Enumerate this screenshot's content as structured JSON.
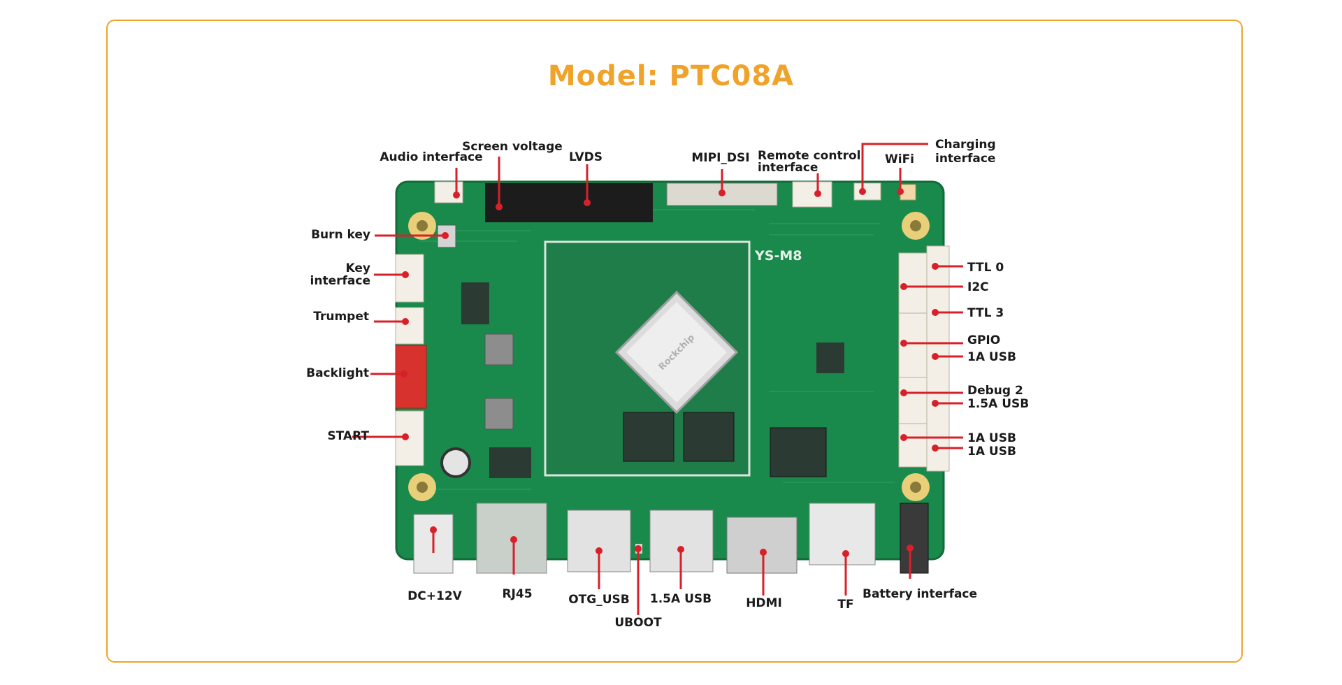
{
  "title": "Model:  PTC08A",
  "colors": {
    "accent": "#f0a32a",
    "leader": "#d8202a",
    "board": "#1a8a4c",
    "text": "#1a1a1a"
  },
  "board": {
    "silkscreen": "YS-M8",
    "chip_text": "Rockchip"
  },
  "labels": {
    "audio": "Audio interface",
    "screen_voltage": "Screen voltage",
    "lvds": "LVDS",
    "mipi": "MIPI_DSI",
    "remote": [
      "Remote control",
      "interface"
    ],
    "wifi": "WiFi",
    "charging": [
      "Charging",
      "interface"
    ],
    "burn_key": "Burn key",
    "key_interface": [
      "Key",
      "interface"
    ],
    "trumpet": "Trumpet",
    "backlight": "Backlight",
    "start": "START",
    "ttl0": "TTL 0",
    "i2c": "I2C",
    "ttl3": "TTL 3",
    "gpio": "GPIO",
    "usb1a_1": "1A USB",
    "debug2": "Debug 2",
    "usb15a_r": "1.5A USB",
    "usb1a_2": "1A USB",
    "usb1a_3": "1A USB",
    "dc": "DC+12V",
    "rj45": "RJ45",
    "otg": "OTG_USB",
    "usb15a_b": "1.5A USB",
    "uboot": "UBOOT",
    "hdmi": "HDMI",
    "tf": "TF",
    "battery": "Battery interface"
  }
}
